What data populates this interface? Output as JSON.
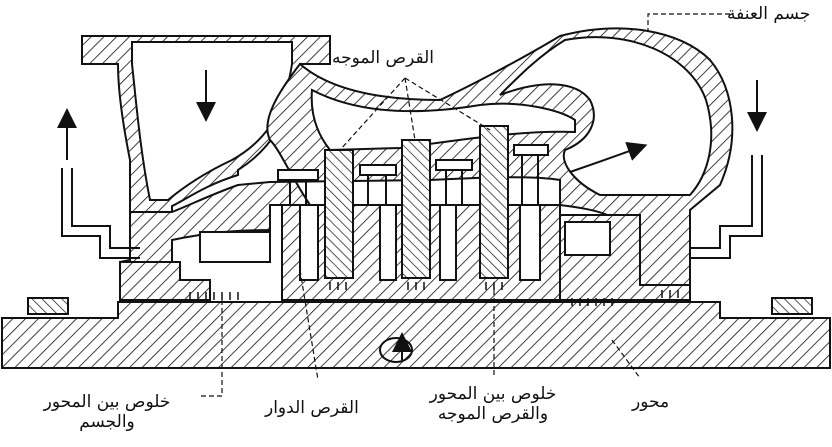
{
  "labels": {
    "casing": "جسم العنفة",
    "guide_disc_top": "القرص الموجه",
    "shaft": "محور",
    "shaft_body_gap_l1": "خلوص بين المحور",
    "shaft_body_gap_l2": "والجسم",
    "rotor_disc": "القرص الدوار",
    "shaft_guide_gap_l1": "خلوص بين المحور",
    "shaft_guide_gap_l2": "والقرص الموجه"
  },
  "colors": {
    "ink": "#111111",
    "paper": "#ffffff"
  }
}
